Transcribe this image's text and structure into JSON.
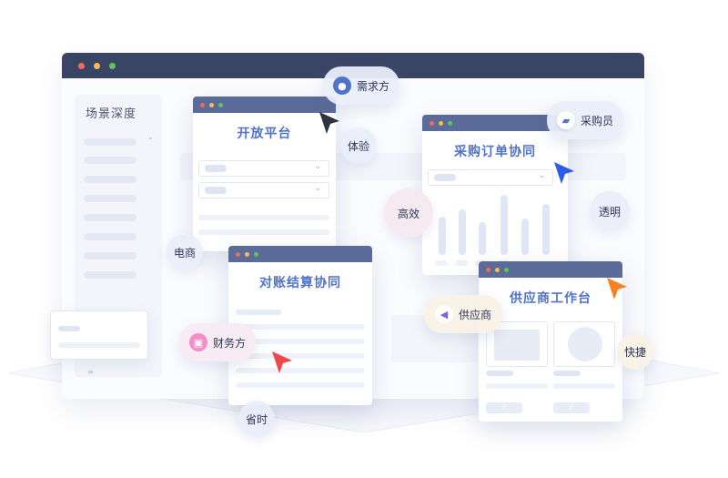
{
  "sidebar": {
    "title": "场景深度"
  },
  "windows": {
    "open_platform": {
      "title": "开放平台"
    },
    "purchase_order": {
      "title": "采购订单协同"
    },
    "reconciliation": {
      "title": "对账结算协同"
    },
    "supplier_workbench": {
      "title": "供应商工作台"
    }
  },
  "roles": {
    "demand": {
      "label": "需求方",
      "icon": "user-icon"
    },
    "buyer": {
      "label": "采购员",
      "icon": "buyer-icon"
    },
    "finance": {
      "label": "财务方",
      "icon": "wallet-icon"
    },
    "supplier": {
      "label": "供应商",
      "icon": "supplier-icon"
    }
  },
  "keywords": {
    "experience": "体验",
    "efficient": "高效",
    "transparent": "透明",
    "ecommerce": "电商",
    "fast": "快捷",
    "time_saving": "省时"
  },
  "colors": {
    "accent_blue": "#4f73c8",
    "window_bar": "#5a6b99",
    "main_bar": "#3a4566",
    "cursor_dark": "#2f3440",
    "cursor_blue": "#2f5bea",
    "cursor_red": "#f04848",
    "cursor_orange": "#f5821f"
  }
}
